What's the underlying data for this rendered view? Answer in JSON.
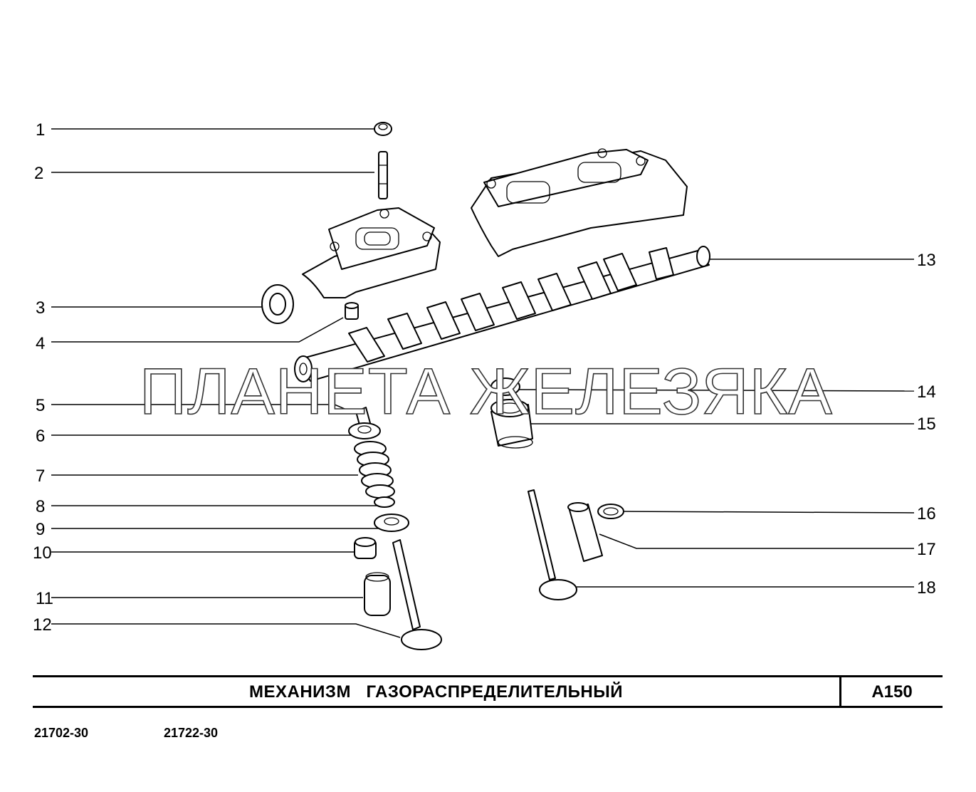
{
  "diagram": {
    "watermark": "ПЛАНЕТА ЖЕЛЕЗЯКА",
    "callouts": [
      "1",
      "2",
      "3",
      "4",
      "5",
      "6",
      "7",
      "8",
      "9",
      "10",
      "11",
      "12",
      "13",
      "14",
      "15",
      "16",
      "17",
      "18"
    ]
  },
  "title_block": {
    "title": "МЕХАНИЗМ   ГАЗОРАСПРЕДЕЛИТЕЛЬНЫЙ",
    "code": "A150"
  },
  "models": [
    "21702-30",
    "21722-30"
  ]
}
